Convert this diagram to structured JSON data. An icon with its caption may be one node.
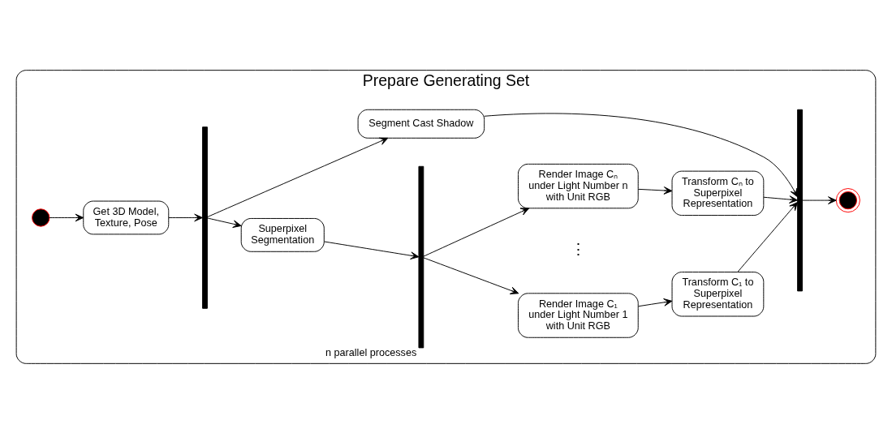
{
  "diagram": {
    "nodes": [
      {
        "text": [
          "Prepare Generating Set"
        ]
      },
      {
        "text": [],
        "shape": "circle",
        "in": 0
      },
      {
        "text": [
          "Get 3D Model, Texture, Pose"
        ],
        "in": 0
      },
      {
        "text": [],
        "shape": "bar",
        "in": 0
      },
      {
        "text": [
          "Superpixel Segmentation"
        ],
        "in": 0
      },
      {
        "text": [
          "Segment Cast Shadow"
        ],
        "in": 0
      },
      {
        "text": [],
        "shape": "bar",
        "beside": [
          "n parallel processes"
        ],
        "in": 0
      },
      {
        "text": [
          "Render Image C₁ under Light Number 1 with Unit RGB"
        ],
        "in": 0
      },
      {
        "text": [
          "Transform C₁ to Superpixel Representation"
        ],
        "in": 0
      },
      {
        "text": [
          "Render Image Cₙ under Light Number n with Unit RGB"
        ],
        "in": 0
      },
      {
        "text": [
          "Transform Cₙ to Superpixel Representation"
        ],
        "in": 0
      },
      {
        "text": [],
        "shape": "bar",
        "in": 0
      },
      {
        "text": [],
        "shape": "circle",
        "in": 0
      }
    ],
    "edges": [
      {
        "from": 1,
        "to": 2,
        "arrow": "to"
      },
      {
        "from": 2,
        "to": 3,
        "arrow": "to"
      },
      {
        "from": 3,
        "to": 4,
        "arrow": "to"
      },
      {
        "from": 3,
        "to": 5,
        "arrow": "to"
      },
      {
        "from": 4,
        "to": 6,
        "arrow": "to"
      },
      {
        "from": 6,
        "to": 7,
        "arrow": "to"
      },
      {
        "from": 6,
        "to": 9,
        "arrow": "to"
      },
      {
        "from": 7,
        "to": 8,
        "arrow": "to"
      },
      {
        "from": 9,
        "to": 10,
        "arrow": "to"
      },
      {
        "from": 8,
        "to": 11,
        "arrow": "to"
      },
      {
        "from": 10,
        "to": 11,
        "arrow": "to"
      },
      {
        "from": 5,
        "to": 11,
        "arrow": "to"
      },
      {
        "from": 11,
        "to": 12,
        "arrow": "to"
      }
    ],
    "labels": [
      "⋮"
    ]
  }
}
